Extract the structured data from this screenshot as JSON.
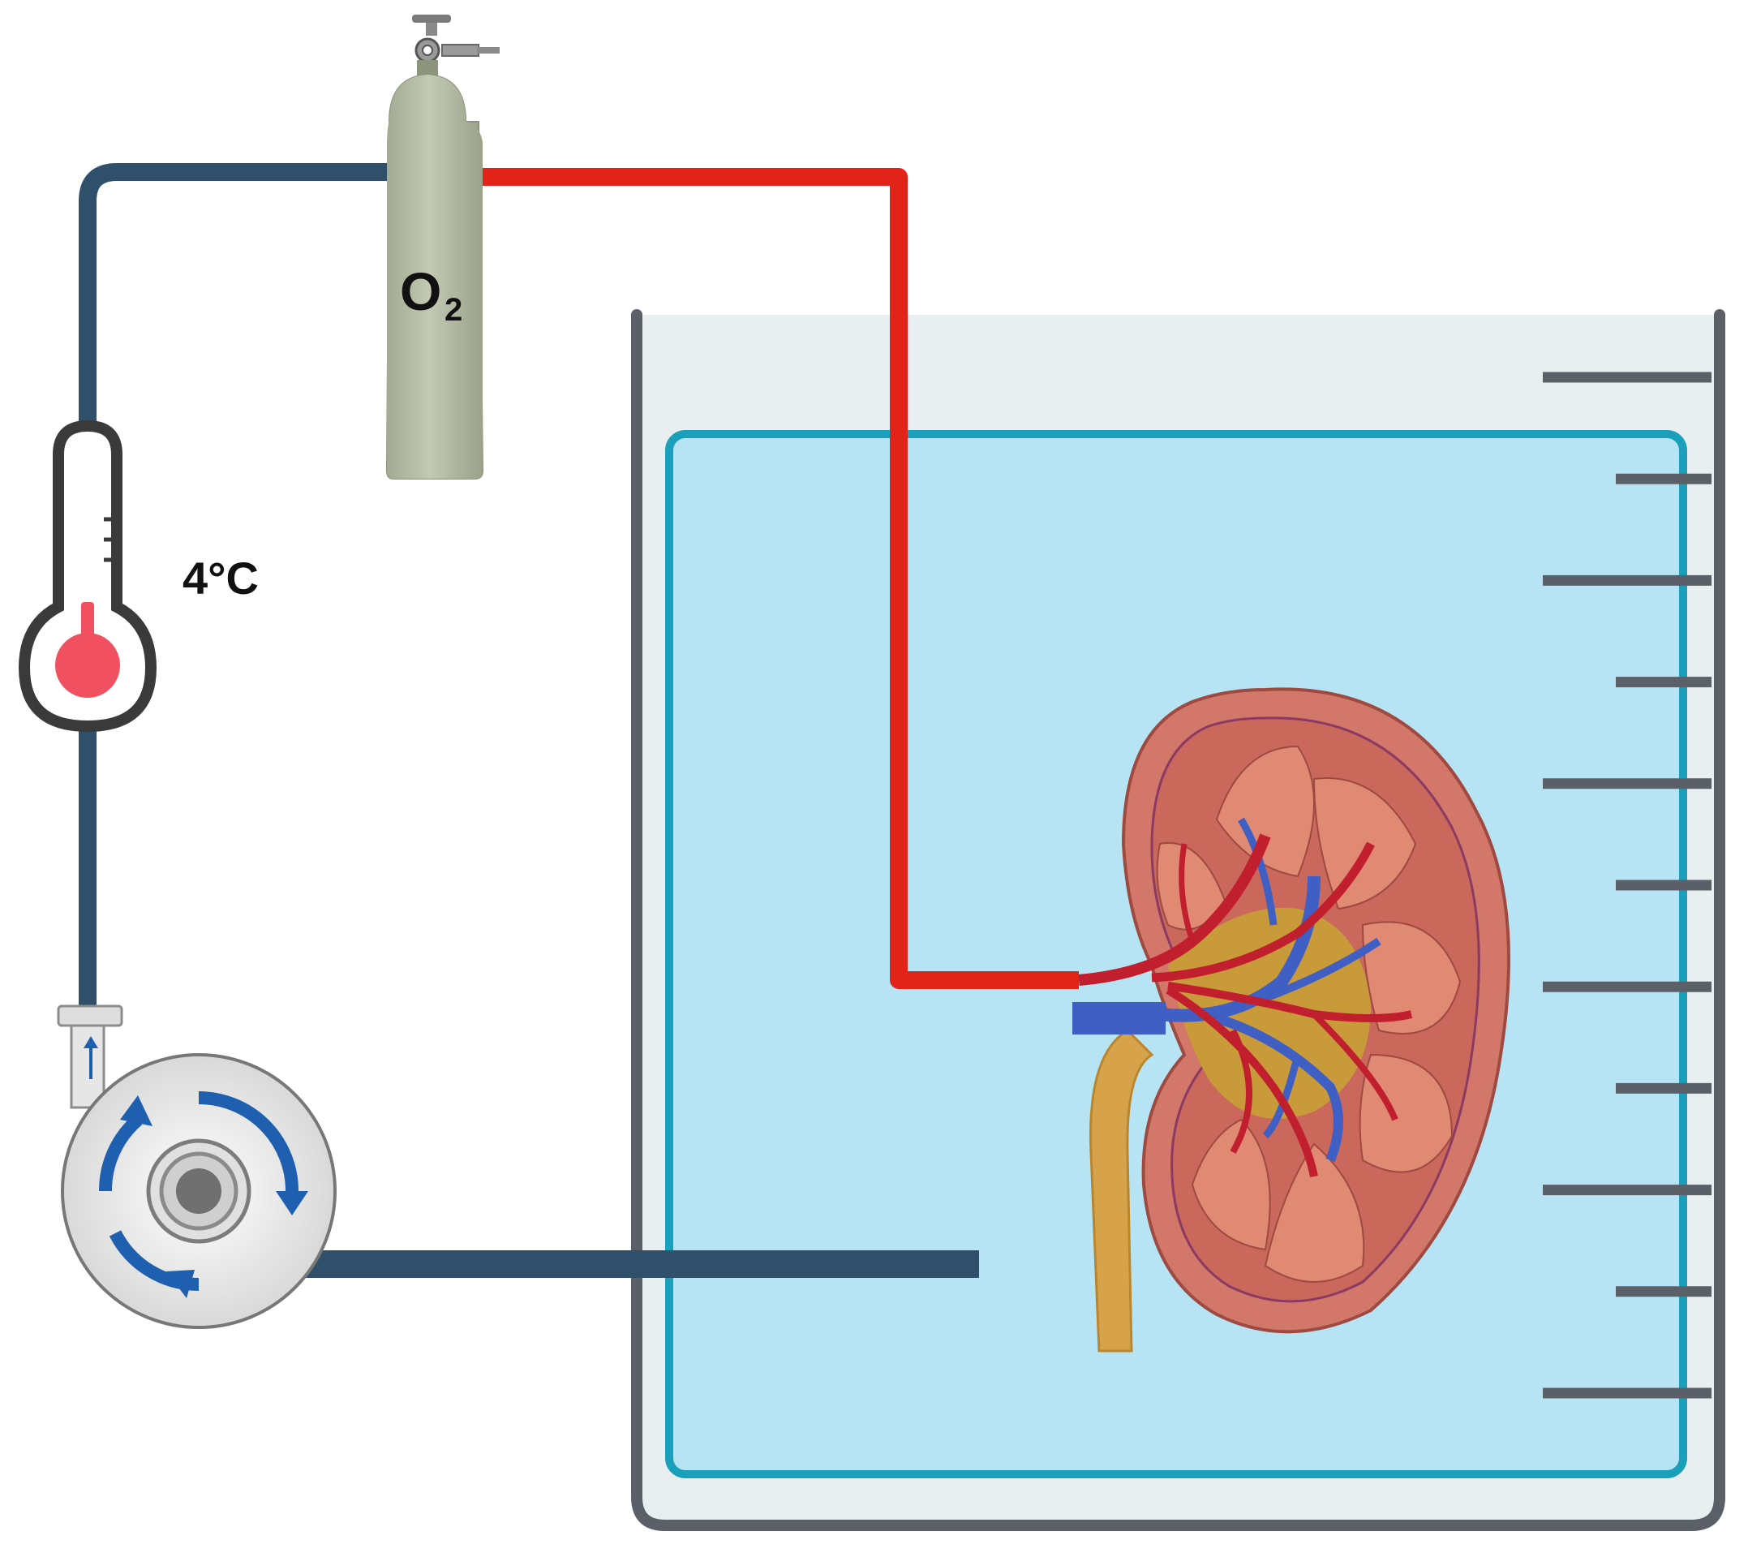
{
  "labels": {
    "oxygen_main": "O",
    "oxygen_sub": "2",
    "temperature": "4°C"
  },
  "colors": {
    "venous_tube": "#2f4f6a",
    "arterial_tube": "#e2231a",
    "bath_fluid": "#b7e4f4",
    "bath_outline": "#1aa0ba",
    "container_wall": "#5b6068",
    "container_fill": "#e9eff1",
    "thermometer_bulb": "#f0505f",
    "cylinder": "#b7bfa8",
    "kidney_cortex": "#d2776a",
    "kidney_artery": "#c21f2e",
    "kidney_vein": "#3f5fc4",
    "ureter": "#d6a24a",
    "pump_arrows": "#1f5fb0"
  },
  "icons": [
    "oxygen-cylinder-icon",
    "thermometer-icon",
    "pump-icon",
    "kidney-icon",
    "beaker-container-icon"
  ],
  "scale_tick_count": 11
}
